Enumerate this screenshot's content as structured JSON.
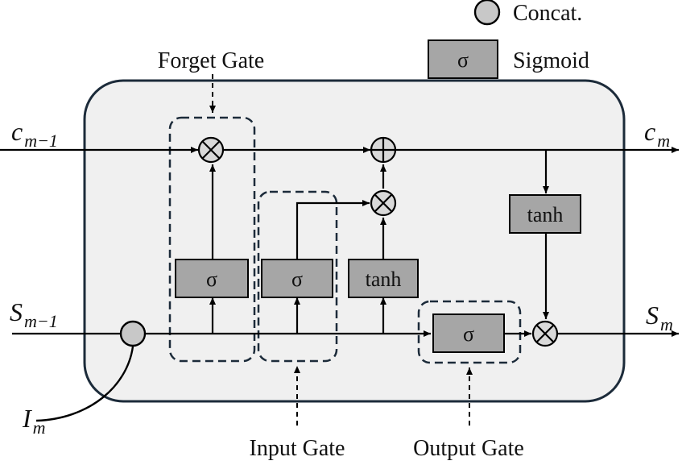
{
  "legend": {
    "concat_label": "Concat.",
    "sigmoid_symbol": "σ",
    "sigmoid_label": "Sigmoid"
  },
  "gates": {
    "forget": "Forget Gate",
    "input": "Input Gate",
    "output": "Output Gate"
  },
  "blocks": {
    "forget_sigma": "σ",
    "input_sigma": "σ",
    "input_tanh": "tanh",
    "output_sigma": "σ",
    "cell_tanh": "tanh"
  },
  "variables": {
    "c_prev_main": "c",
    "c_prev_sub": "m−1",
    "c_out_main": "c",
    "c_out_sub": "m",
    "s_prev_main": "S",
    "s_prev_sub": "m−1",
    "s_out_main": "S",
    "s_out_sub": "m",
    "input_main": "I",
    "input_sub": "m"
  },
  "colors": {
    "cell_fill": "#f0f0f0",
    "cell_stroke": "#1c2b3a",
    "block_fill": "#a6a6a6",
    "concat_fill": "#c8c8c8",
    "op_fill": "#d9d9d9",
    "gate_outline": "#1c2b3a",
    "line": "#000000"
  }
}
